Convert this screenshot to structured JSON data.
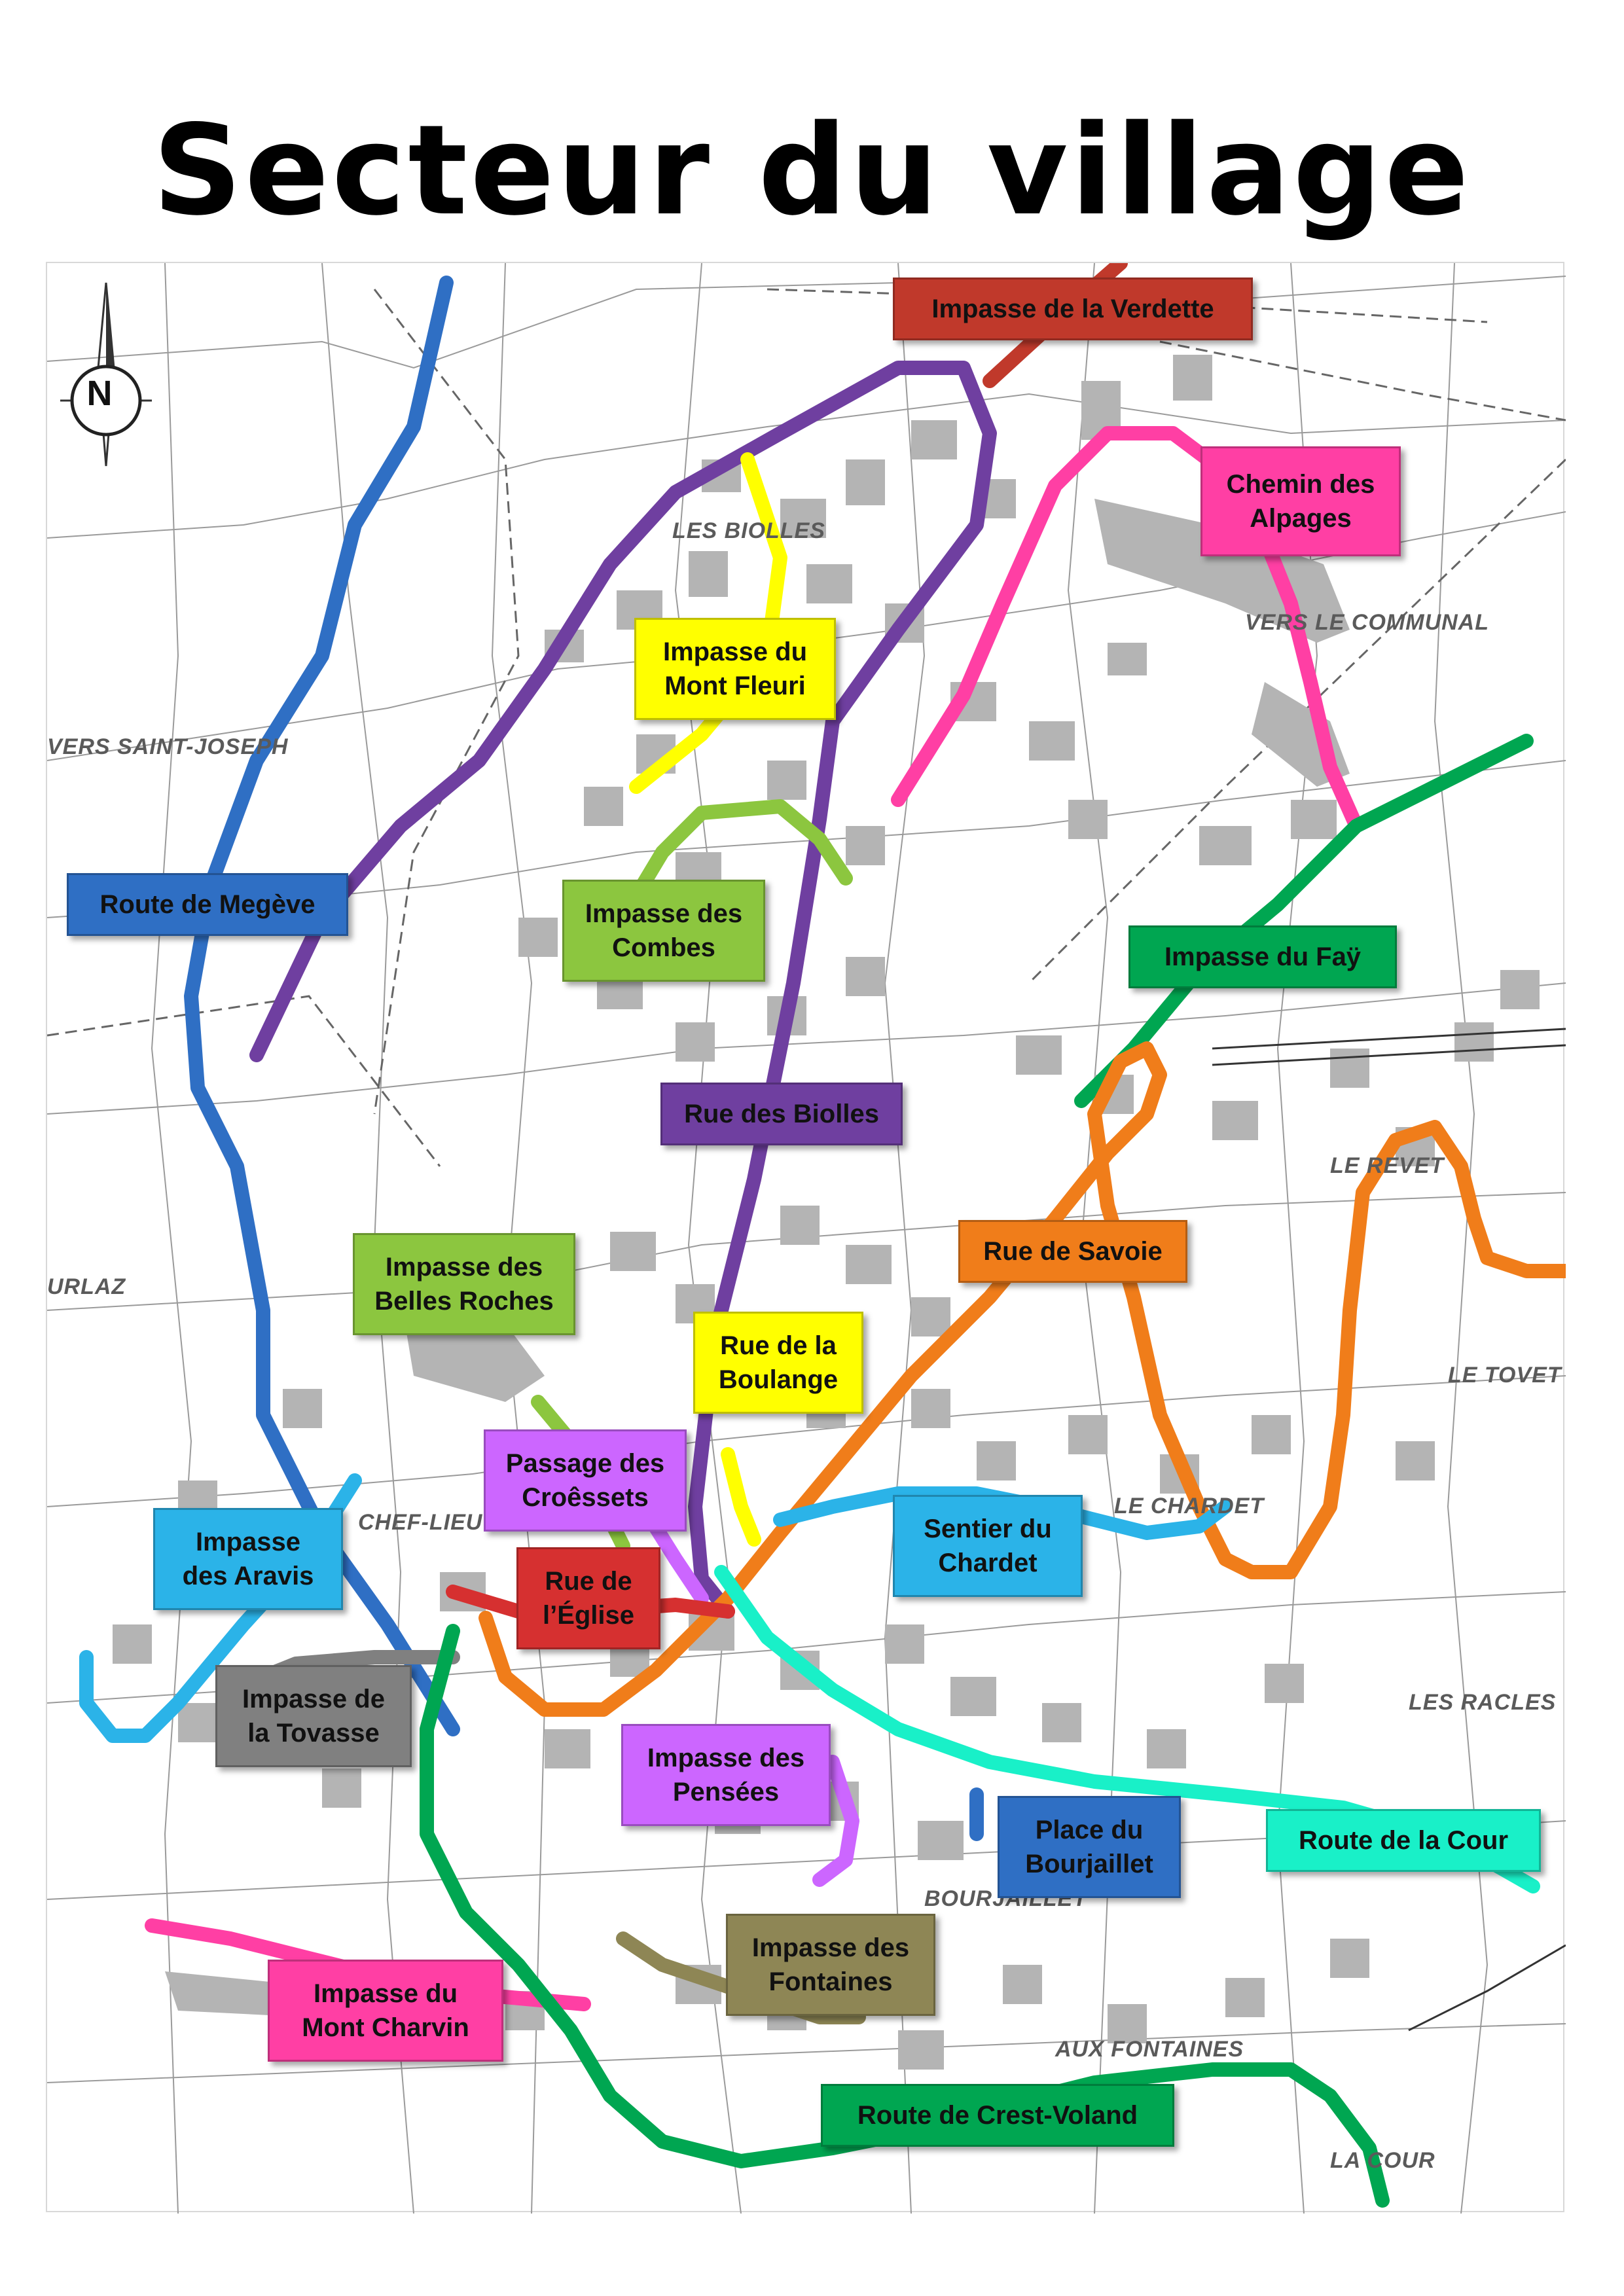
{
  "title": "Secteur du village",
  "compass": "N",
  "places": {
    "les_biolles": "LES BIOLLES",
    "vers_le_communal": "VERS LE COMMUNAL",
    "vers_saint_joseph": "VERS SAINT-JOSEPH",
    "le_revet": "LE REVET",
    "le_tovet": "LE TOVET",
    "urlaz": "URLAZ",
    "chef_lieu": "CHEF-LIEU",
    "le_chardet": "LE CHARDET",
    "les_racles": "LES RACLES",
    "bourjaillet": "BOURJAILLET",
    "aux_fontaines": "AUX FONTAINES",
    "la_cour": "LA COUR"
  },
  "streets": {
    "verdette": {
      "l1": "Impasse de la Verdette",
      "color": "#c0392b"
    },
    "alpages": {
      "l1": "Chemin des",
      "l2": "Alpages",
      "color": "#ff3fa4"
    },
    "mont_fleuri": {
      "l1": "Impasse du",
      "l2": "Mont Fleuri",
      "color": "#ffff00"
    },
    "megeve": {
      "l1": "Route de Megève",
      "color": "#2f6fc4"
    },
    "combes": {
      "l1": "Impasse des",
      "l2": "Combes",
      "color": "#8cc63f"
    },
    "fay": {
      "l1": "Impasse du Faÿ",
      "color": "#00a651"
    },
    "biolles": {
      "l1": "Rue des Biolles",
      "color": "#6f3fa0"
    },
    "savoie": {
      "l1": "Rue de Savoie",
      "color": "#f07d1a"
    },
    "belles_roches": {
      "l1": "Impasse des",
      "l2": "Belles Roches",
      "color": "#8cc63f"
    },
    "boulange": {
      "l1": "Rue de la",
      "l2": "Boulange",
      "color": "#ffff00"
    },
    "croessets": {
      "l1": "Passage des",
      "l2": "Croêssets",
      "color": "#cc66ff"
    },
    "aravis": {
      "l1": "Impasse",
      "l2": "des Aravis",
      "color": "#2bb3e8"
    },
    "chardet": {
      "l1": "Sentier du",
      "l2": "Chardet",
      "color": "#2bb3e8"
    },
    "eglise": {
      "l1": "Rue de",
      "l2": "l’Église",
      "color": "#d63030"
    },
    "tovasse": {
      "l1": "Impasse de",
      "l2": "la Tovasse",
      "color": "#808080"
    },
    "pensees": {
      "l1": "Impasse des",
      "l2": "Pensées",
      "color": "#cc66ff"
    },
    "bourjaillet": {
      "l1": "Place du",
      "l2": "Bourjaillet",
      "color": "#2f6fc4"
    },
    "cour": {
      "l1": "Route de la Cour",
      "color": "#19f0c8"
    },
    "fontaines": {
      "l1": "Impasse des",
      "l2": "Fontaines",
      "color": "#8e8655"
    },
    "charvin": {
      "l1": "Impasse du",
      "l2": "Mont Charvin",
      "color": "#ff3fa4"
    },
    "crest_voland": {
      "l1": "Route de Crest-Voland",
      "color": "#00a651"
    }
  }
}
